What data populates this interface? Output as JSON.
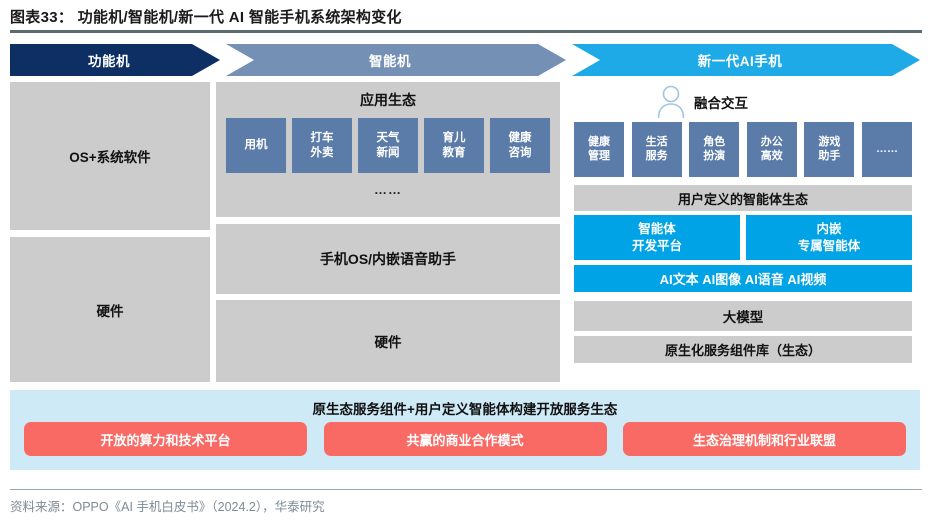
{
  "figure": {
    "title": "图表33： 功能机/智能机/新一代 AI 智能手机系统架构变化",
    "source": "资料来源：OPPO《AI 手机白皮书》（2024.2），华泰研究"
  },
  "banner": {
    "stages": [
      {
        "label": "功能机",
        "color": "#0d2f63"
      },
      {
        "label": "智能机",
        "color": "#7590b5"
      },
      {
        "label": "新一代AI手机",
        "color": "#1eaae6"
      }
    ]
  },
  "column_feature_phone": {
    "blocks": [
      {
        "label": "OS+系统软件"
      },
      {
        "label": "硬件"
      }
    ]
  },
  "column_smart_phone": {
    "app_ecosystem": {
      "header": "应用生态",
      "tiles": [
        {
          "line1": "用机",
          "line2": ""
        },
        {
          "line1": "打车",
          "line2": "外卖"
        },
        {
          "line1": "天气",
          "line2": "新闻"
        },
        {
          "line1": "育儿",
          "line2": "教育"
        },
        {
          "line1": "健康",
          "line2": "咨询"
        }
      ],
      "ellipsis": "……"
    },
    "os_block": "手机OS/内嵌语音助手",
    "hardware_block": "硬件"
  },
  "column_ai_phone": {
    "fusion": {
      "icon": "person-icon",
      "label": "融合交互"
    },
    "agent_tiles": [
      {
        "line1": "健康",
        "line2": "管理"
      },
      {
        "line1": "生活",
        "line2": "服务"
      },
      {
        "line1": "角色",
        "line2": "扮演"
      },
      {
        "line1": "办公",
        "line2": "高效"
      },
      {
        "line1": "游戏",
        "line2": "助手"
      },
      {
        "line1": "……",
        "line2": ""
      }
    ],
    "user_defined_layer": "用户定义的智能体生态",
    "platform_tiles": [
      {
        "line1": "智能体",
        "line2": "开发平台"
      },
      {
        "line1": "内嵌",
        "line2": "专属智能体"
      }
    ],
    "ai_capability_layer": "AI文本 AI图像 AI语音 AI视频",
    "big_model_layer": "大模型",
    "native_component_layer": "原生化服务组件库（生态）"
  },
  "bottom_panel": {
    "header": "原生态服务组件+用户定义智能体构建开放服务生态",
    "pills": [
      "开放的算力和技术平台",
      "共赢的商业合作模式",
      "生态治理机制和行业联盟"
    ]
  },
  "colors": {
    "navy": "#0d2f63",
    "steel": "#7590b5",
    "cyan": "#1eaae6",
    "bright_blue": "#00a3e5",
    "tile_blue": "#5b7ba8",
    "gray_block": "#cccccc",
    "light_blue_panel": "#cfeaf7",
    "pill_red": "#f96a64"
  }
}
